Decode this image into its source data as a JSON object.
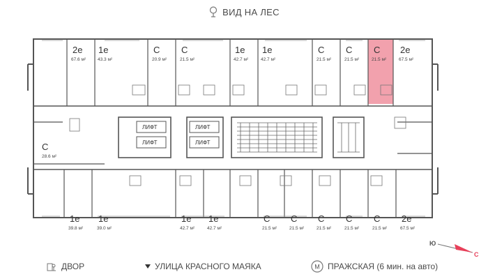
{
  "view_label": "ВИД НА ЛЕС",
  "icons": {
    "view": "tree-icon",
    "yard": "yard-icon",
    "street": "triangle-down-icon",
    "metro": "metro-m-icon"
  },
  "legend": {
    "yard": "ДВОР",
    "street": "УЛИЦА КРАСНОГО МАЯКА",
    "metro": "ПРАЖСКАЯ (6 мин. на авто)",
    "metro_letter": "М"
  },
  "compass": {
    "south": "Ю",
    "north": "С",
    "arrow_color": "#e8405a"
  },
  "lifts": [
    "ЛИФТ",
    "ЛИФТ",
    "ЛИФТ",
    "ЛИФТ"
  ],
  "colors": {
    "highlight": "#f0919f",
    "wall": "#555555"
  },
  "apartments_top": [
    {
      "type": "2е",
      "area": "67.6 м²",
      "highlight": false
    },
    {
      "type": "1е",
      "area": "43.3 м²",
      "highlight": false
    },
    {
      "type": "С",
      "area": "20.9 м²",
      "highlight": false
    },
    {
      "type": "С",
      "area": "21.5 м²",
      "highlight": false
    },
    {
      "type": "1е",
      "area": "42.7 м²",
      "highlight": false
    },
    {
      "type": "1е",
      "area": "42.7 м²",
      "highlight": false
    },
    {
      "type": "С",
      "area": "21.5 м²",
      "highlight": false
    },
    {
      "type": "С",
      "area": "21.5 м²",
      "highlight": false
    },
    {
      "type": "С",
      "area": "21.5 м²",
      "highlight": true
    },
    {
      "type": "2е",
      "area": "67.5 м²",
      "highlight": false
    }
  ],
  "apartment_left": {
    "type": "С",
    "area": "28.6 м²"
  },
  "apartments_bottom": [
    {
      "type": "1е",
      "area": "39.8 м²"
    },
    {
      "type": "1е",
      "area": "39.0 м²"
    },
    {
      "type": "1е",
      "area": "42.7 м²"
    },
    {
      "type": "1е",
      "area": "42.7 м²"
    },
    {
      "type": "С",
      "area": "21.5 м²"
    },
    {
      "type": "С",
      "area": "21.5 м²"
    },
    {
      "type": "С",
      "area": "21.5 м²"
    },
    {
      "type": "С",
      "area": "21.5 м²"
    },
    {
      "type": "С",
      "area": "21.5 м²"
    },
    {
      "type": "2е",
      "area": "67.5 м²"
    }
  ]
}
